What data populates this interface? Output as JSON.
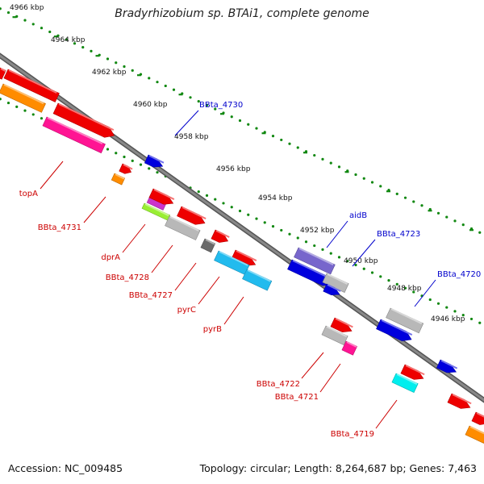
{
  "title": "Bradyrhizobium sp. BTAi1, complete genome",
  "accession": "Accession: NC_009485",
  "summary": "Topology: circular; Length: 8,264,687 bp; Genes: 7,463",
  "ticks": [
    "4966 kbp",
    "4964 kbp",
    "4962 kbp",
    "4960 kbp",
    "4958 kbp",
    "4956 kbp",
    "4954 kbp",
    "4952 kbp",
    "4950 kbp",
    "4948 kbp",
    "4946 kbp"
  ],
  "plus_strand_labels": [
    "BBta_4730",
    "aidB",
    "BBta_4723",
    "BBta_4720"
  ],
  "minus_strand_labels": [
    "topA",
    "BBta_4731",
    "dprA",
    "BBta_4728",
    "BBta_4727",
    "pyrC",
    "pyrB",
    "BBta_4722",
    "BBta_4721",
    "BBta_4719"
  ],
  "colors": {
    "red": "#ee0000",
    "blue": "#0000dd",
    "gray": "#b8b8b8",
    "dark_gray": "#6a6a6a",
    "orange": "#ff8c00",
    "pink": "#ff1493",
    "magenta": "#cc33cc",
    "lime": "#99ee33",
    "sky": "#22bbee",
    "cyan": "#00eeee",
    "purple": "#7766cc",
    "backbone": "#888888",
    "tick_green": "#118811",
    "plus_label": "#0000cc",
    "minus_label": "#cc0000"
  }
}
